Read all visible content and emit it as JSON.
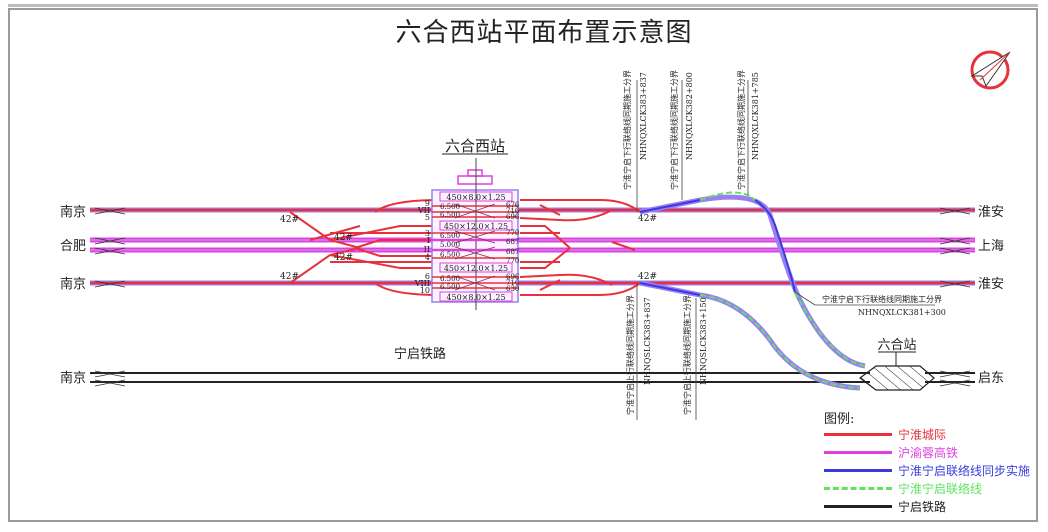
{
  "title": "六合西站平面布置示意图",
  "compass": {
    "icon": "north-arrow-icon"
  },
  "stations": {
    "main": "六合西站",
    "secondary": "六合站"
  },
  "line_ends_left": [
    "南京",
    "合肥",
    "南京",
    "南京"
  ],
  "line_ends_right": [
    "淮安",
    "上海",
    "淮安",
    "启东"
  ],
  "railway_name": "宁启铁路",
  "track_numbers": [
    "9",
    "VII",
    "5",
    "3",
    "I",
    "II",
    "4",
    "6",
    "VIII",
    "10"
  ],
  "track_spacing": [
    "6.500",
    "6.500",
    "6.500",
    "5.000",
    "6.500",
    "6.500",
    "6.500"
  ],
  "track_lengths": [
    "676",
    "716",
    "696",
    "770",
    "687",
    "687",
    "770",
    "696",
    "716",
    "630"
  ],
  "platforms": [
    "450×8.0×1.25",
    "450×12.0×1.25",
    "450×12.0×1.25",
    "450×8.0×1.25"
  ],
  "switch_labels": [
    "42#",
    "42#",
    "42#",
    "42#",
    "42#",
    "42#"
  ],
  "boundaries_top": [
    {
      "text": "宁淮宁启下行联络线同期施工分界",
      "km": "NHNQXLCK383+837"
    },
    {
      "text": "宁淮宁启下行联络线同期施工分界",
      "km": "NHNQXLCK382+800"
    },
    {
      "text": "宁淮宁启下行联络线同期施工分界",
      "km": "NHNQXLCK381+785"
    }
  ],
  "boundary_mid": {
    "text": "宁淮宁启下行联络线同期施工分界",
    "km": "NHNQXLCK381+300"
  },
  "boundaries_bottom": [
    {
      "text": "宁淮宁启上行联络线同期施工分界",
      "km": "NHNQSLCK383+837"
    },
    {
      "text": "宁淮宁启上行联络线同期施工分界",
      "km": "NHNQSLCK383+150"
    }
  ],
  "legend": {
    "title": "图例:",
    "items": [
      {
        "label": "宁淮城际",
        "color": "#e8313a",
        "style": "solid"
      },
      {
        "label": "沪渝蓉高铁",
        "color": "#e040e0",
        "style": "solid"
      },
      {
        "label": "宁淮宁启联络线同步实施",
        "color": "#3a3adf",
        "style": "solid"
      },
      {
        "label": "宁淮宁启联络线",
        "color": "#5fe35f",
        "style": "dashed"
      },
      {
        "label": "宁启铁路",
        "color": "#222222",
        "style": "solid"
      }
    ]
  },
  "colors": {
    "red": "#e8313a",
    "magenta": "#e040e0",
    "blue": "#3a3adf",
    "green": "#5fe35f",
    "purple_outline": "#9a7ff0",
    "black": "#222222"
  }
}
